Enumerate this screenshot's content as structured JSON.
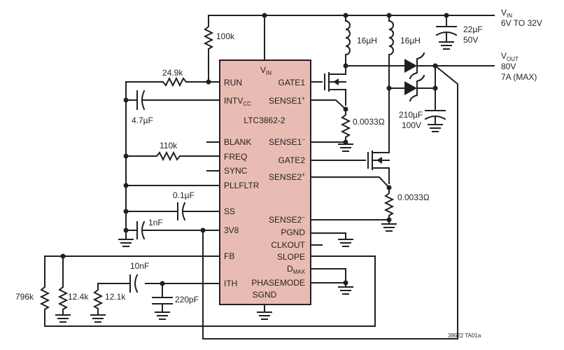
{
  "colors": {
    "chip_fill": "#e8bcb2",
    "line": "#231f20",
    "background": "#ffffff"
  },
  "ic": {
    "name": "LTC3862-2",
    "vin_pin": "V",
    "vin_sub": "IN"
  },
  "pins_left": {
    "run": "RUN",
    "intvcc": "INTV",
    "intvcc_sub": "CC",
    "blank": "BLANK",
    "freq": "FREQ",
    "sync": "SYNC",
    "pllfltr": "PLLFLTR",
    "ss": "SS",
    "v3v8": "3V8",
    "fb": "FB",
    "ith": "ITH"
  },
  "pins_right": {
    "gate1": "GATE1",
    "sense1p": "SENSE1",
    "sense1p_sup": "+",
    "sense1n": "SENSE1",
    "sense1n_sup": "−",
    "gate2": "GATE2",
    "sense2p": "SENSE2",
    "sense2p_sup": "+",
    "sense2n": "SENSE2",
    "sense2n_sup": "−",
    "pgnd": "PGND",
    "clkout": "CLKOUT",
    "slope": "SLOPE",
    "dmax": "D",
    "dmax_sub": "MAX",
    "phasemode": "PHASEMODE",
    "sgnd": "SGND"
  },
  "components": {
    "r_100k": "100k",
    "r_249k": "24.9k",
    "c_47uf": "4.7µF",
    "r_110k": "110k",
    "c_01uf": "0.1µF",
    "c_1nf": "1nF",
    "c_10nf": "10nF",
    "r_796k": "796k",
    "r_124k": "12.4k",
    "r_121k": "12.1k",
    "c_220pf": "220pF",
    "l1": "16µH",
    "l2": "16µH",
    "rs1": "0.0033Ω",
    "rs2": "0.0033Ω",
    "cin_value": "22µF",
    "cin_voltage": "50V",
    "cout_value": "210µF",
    "cout_voltage": "100V"
  },
  "supply": {
    "vin_label": "V",
    "vin_sub": "IN",
    "vin_range": "6V TO 32V",
    "vout_label": "V",
    "vout_sub": "OUT",
    "vout_value": "80V",
    "vout_current": "7A (MAX)"
  },
  "figure_id": "38622 TA01a"
}
